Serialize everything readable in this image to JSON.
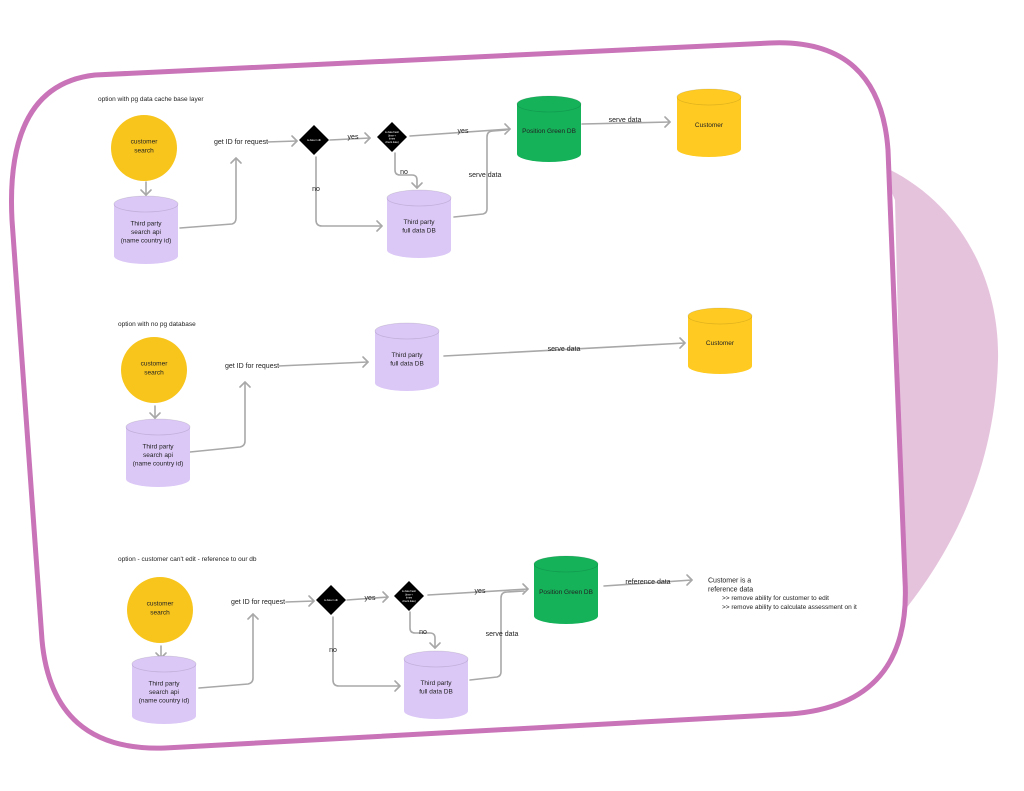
{
  "colors": {
    "frame": "#c973b8",
    "shadow": "#e6c3dd",
    "circle": "#f8c51d",
    "customer_db": "#ffcb22",
    "third_party_db": "#dcc8f7",
    "green_db": "#15b25a",
    "diamond": "#000000",
    "connector": "#a8a8a8"
  },
  "sections": [
    {
      "title": "option with pg data cache base layer",
      "search_node": "customer\nsearch",
      "api_db": "Third party\nsearch api\n(name country id)",
      "get_id_label": "get ID for request",
      "decision1": "is data in db",
      "decision2": "is data fresh\n(time <\ntimes\ncheck date)",
      "yes1": "yes",
      "yes2": "yes",
      "no1": "no",
      "no2": "no",
      "full_db": "Third party\nfull data DB",
      "serve_label": "serve data",
      "green_db": "Position Green DB",
      "green_serve": "serve data",
      "customer_db": "Customer"
    },
    {
      "title": "option with no pg database",
      "search_node": "customer\nsearch",
      "api_db": "Third party\nsearch api\n(name country id)",
      "get_id_label": "get ID for request",
      "full_db": "Third party\nfull data DB",
      "serve_label": "serve data",
      "customer_db": "Customer"
    },
    {
      "title": "option - customer can't edit - reference to our db",
      "search_node": "customer\nsearch",
      "api_db": "Third party\nsearch api\n(name country id)",
      "get_id_label": "get ID for request",
      "decision1": "is data in db",
      "decision2": "is data fresh\n(time <\ntimes\ncheck date)",
      "yes1": "yes",
      "yes2": "yes",
      "no1": "no",
      "no2": "no",
      "full_db": "Third party\nfull data DB",
      "serve_label": "serve data",
      "green_db": "Position Green DB",
      "reference_label": "reference data",
      "note_title": "Customer is a\nreference data",
      "note_items": [
        ">> remove ability for customer to edit",
        ">> remove ability to calculate assessment on it"
      ]
    }
  ]
}
